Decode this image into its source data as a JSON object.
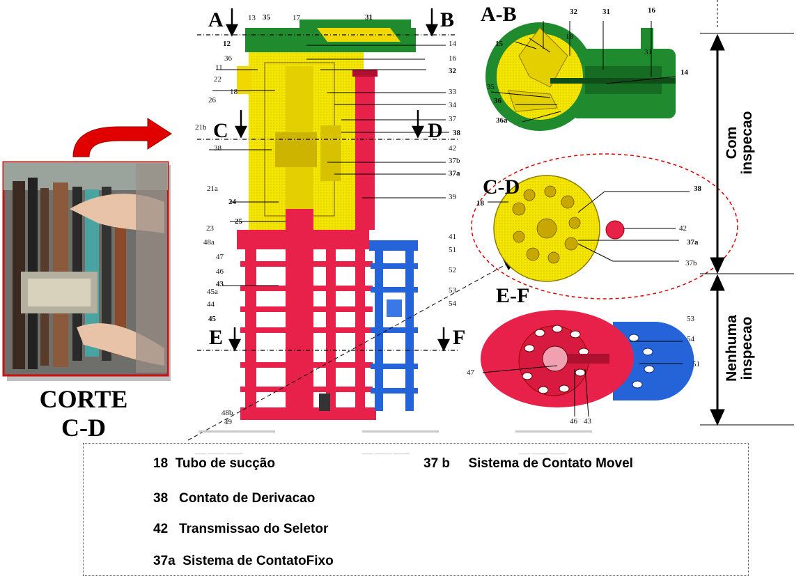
{
  "sections": {
    "ab": "A-B",
    "cd": "C-D",
    "ef": "E-F",
    "a": "A",
    "b": "B",
    "c": "C",
    "d": "D",
    "e": "E",
    "f": "F"
  },
  "corte": {
    "line1": "CORTE",
    "line2": "C-D"
  },
  "side": {
    "com_line1": "Com",
    "com_line2": "inspecao",
    "nenhuma_line1": "Nenhuma",
    "nenhuma_line2": "inspecao"
  },
  "main_labels": [
    {
      "text": "13"
    },
    {
      "text": "35"
    },
    {
      "text": "17"
    },
    {
      "text": "31"
    },
    {
      "text": "12"
    },
    {
      "text": "14"
    },
    {
      "text": "36"
    },
    {
      "text": "16"
    },
    {
      "text": "11"
    },
    {
      "text": "32"
    },
    {
      "text": "22"
    },
    {
      "text": "18"
    },
    {
      "text": "33"
    },
    {
      "text": "26"
    },
    {
      "text": "34"
    },
    {
      "text": "37"
    },
    {
      "text": "21b"
    },
    {
      "text": "38"
    },
    {
      "text": "38"
    },
    {
      "text": "42"
    },
    {
      "text": "37b"
    },
    {
      "text": "37a"
    },
    {
      "text": "21a"
    },
    {
      "text": "39"
    },
    {
      "text": "24"
    },
    {
      "text": "25"
    },
    {
      "text": "23"
    },
    {
      "text": "41"
    },
    {
      "text": "48a"
    },
    {
      "text": "51"
    },
    {
      "text": "47"
    },
    {
      "text": "46"
    },
    {
      "text": "52"
    },
    {
      "text": "43"
    },
    {
      "text": "53"
    },
    {
      "text": "45a"
    },
    {
      "text": "44"
    },
    {
      "text": "54"
    },
    {
      "text": "45"
    },
    {
      "text": "48b"
    },
    {
      "text": "49"
    }
  ],
  "ab_labels": [
    {
      "text": "32"
    },
    {
      "text": "31"
    },
    {
      "text": "16"
    },
    {
      "text": "15"
    },
    {
      "text": "18"
    },
    {
      "text": "31"
    },
    {
      "text": "14"
    },
    {
      "text": "35"
    },
    {
      "text": "36"
    },
    {
      "text": "36a"
    }
  ],
  "cd_labels": [
    {
      "text": "38"
    },
    {
      "text": "18"
    },
    {
      "text": "42"
    },
    {
      "text": "37a"
    },
    {
      "text": "37b"
    }
  ],
  "ef_labels": [
    {
      "text": "53"
    },
    {
      "text": "54"
    },
    {
      "text": "47"
    },
    {
      "text": "51"
    },
    {
      "text": "46"
    },
    {
      "text": "43"
    }
  ],
  "legend": [
    {
      "num": "18",
      "text": "Tubo de sucção"
    },
    {
      "num": "37 b",
      "text": "Sistema de Contato Movel"
    },
    {
      "num": "38",
      "text": "Contato de Derivacao"
    },
    {
      "num": "42",
      "text": "Transmissao do Seletor"
    },
    {
      "num": "37a",
      "text": "Sistema de ContatoFixo"
    }
  ],
  "colors": {
    "yellow": "#f5e600",
    "green": "#1f8a2e",
    "red": "#e8214a",
    "blue": "#2563d9",
    "arrow_red": "#e00000",
    "frame_red": "#d01010"
  }
}
